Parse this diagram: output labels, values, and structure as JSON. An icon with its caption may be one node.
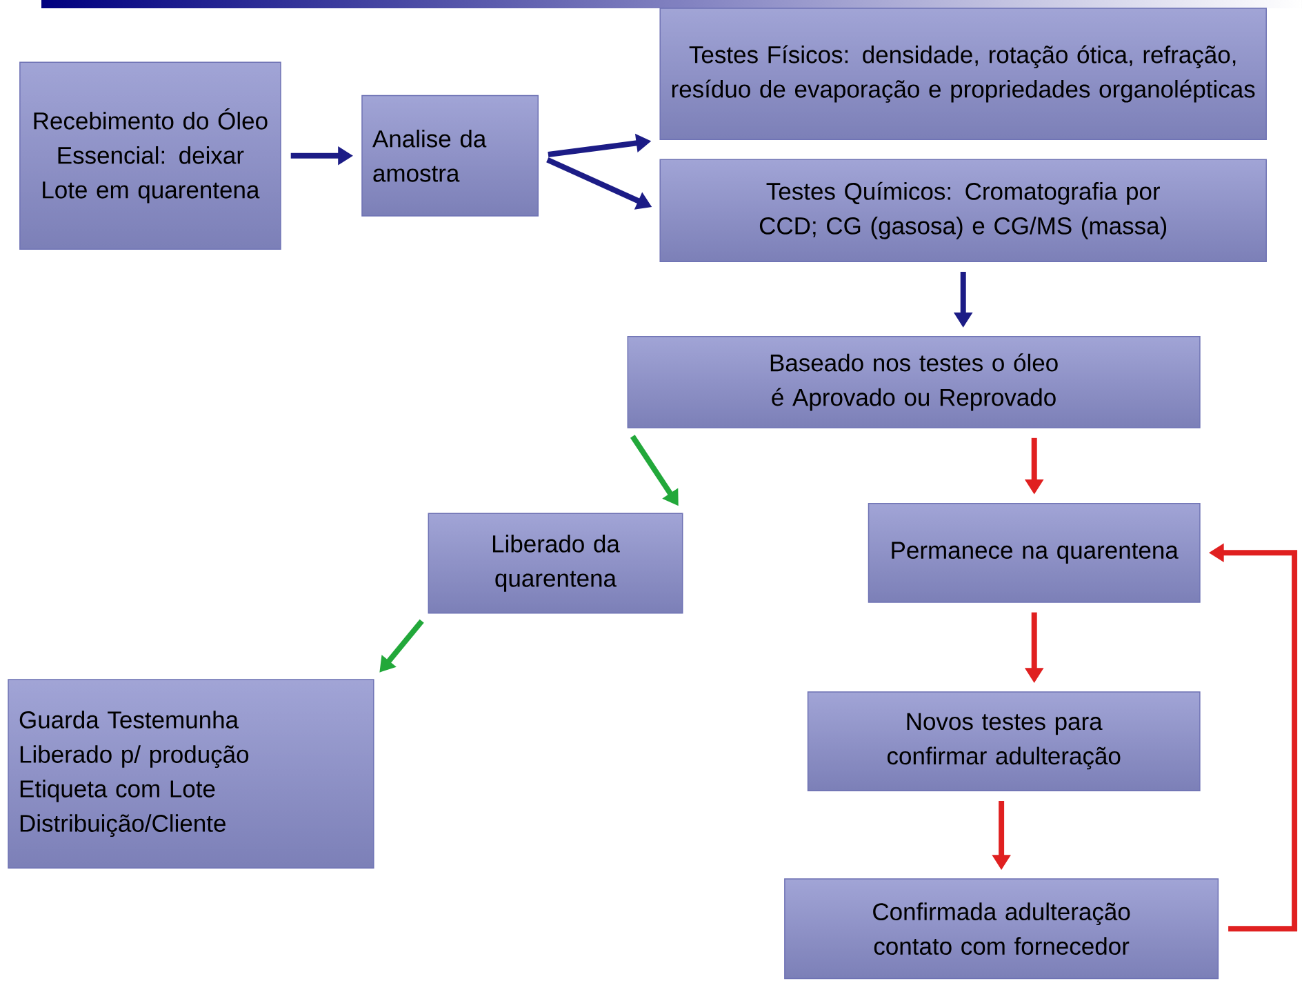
{
  "diagram": {
    "nodes": [
      {
        "text": [
          "Recebimento do Óleo Essencial: deixar Lote em quarentena"
        ]
      },
      {
        "text": [
          "Analise da amostra"
        ]
      },
      {
        "text": [
          "Testes Físicos: densidade, rotação ótica, refração, resíduo de evaporação  e propriedades organolépticas"
        ]
      },
      {
        "text": [
          "Testes Químicos: Cromatografia por CCD;  CG (gasosa) e CG/MS (massa)"
        ]
      },
      {
        "text": [
          "Baseado nos testes o óleo é Aprovado      ou     Reprovado"
        ]
      },
      {
        "text": [
          "Liberado da quarentena"
        ]
      },
      {
        "text": [
          "Guarda Testemunha",
          "Liberado p/ produção",
          "Etiqueta com Lote",
          "Distribuição/Cliente"
        ]
      },
      {
        "text": [
          "Permanece na quarentena"
        ]
      },
      {
        "text": [
          "Novos testes para confirmar adulteração"
        ]
      },
      {
        "text": [
          "Confirmada adulteração contato com fornecedor"
        ]
      }
    ],
    "edges": [
      {
        "from": 0,
        "to": 1,
        "arrow": "to",
        "color": "#1c1c86"
      },
      {
        "from": 1,
        "to": 2,
        "arrow": "to",
        "color": "#1c1c86"
      },
      {
        "from": 1,
        "to": 3,
        "arrow": "to",
        "color": "#1c1c86"
      },
      {
        "from": 3,
        "to": 4,
        "arrow": "to",
        "color": "#1c1c86"
      },
      {
        "from": 4,
        "to": 5,
        "arrow": "to",
        "color": "#22a83a"
      },
      {
        "from": 5,
        "to": 6,
        "arrow": "to",
        "color": "#22a83a"
      },
      {
        "from": 4,
        "to": 7,
        "arrow": "to",
        "color": "#e02020"
      },
      {
        "from": 7,
        "to": 8,
        "arrow": "to",
        "color": "#e02020"
      },
      {
        "from": 8,
        "to": 9,
        "arrow": "to",
        "color": "#e02020"
      },
      {
        "from": 9,
        "to": 7,
        "arrow": "to",
        "color": "#e02020"
      }
    ]
  }
}
